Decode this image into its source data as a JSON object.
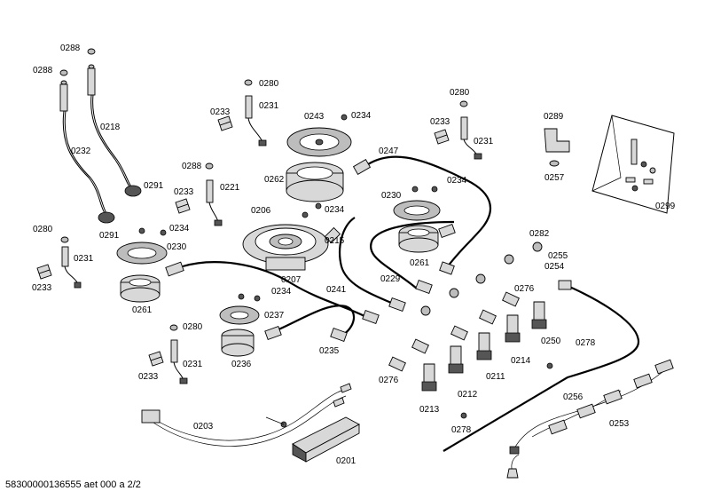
{
  "footer": {
    "doc_id": "58300000136555 aet 000 a 2/2"
  },
  "parts": {
    "p0288a": "0288",
    "p0288b": "0288",
    "p0218": "0218",
    "p0232": "0232",
    "p0291a": "0291",
    "p0291b": "0291",
    "p0280a": "0280",
    "p0231a": "0231",
    "p0233a": "0233",
    "p0280b": "0280",
    "p0231b": "0231",
    "p0233b": "0233",
    "p0288c": "0288",
    "p0221": "0221",
    "p0233c": "0233",
    "p0243": "0243",
    "p0234a": "0234",
    "p0262": "0262",
    "p0206": "0206",
    "p0234b": "0234",
    "p0215": "0215",
    "p0234c": "0234",
    "p0230a": "0230",
    "p0207": "0207",
    "p0234d": "0234",
    "p0261a": "0261",
    "p0247": "0247",
    "p0280c": "0280",
    "p0233d": "0233",
    "p0231c": "0231",
    "p0234e": "0234",
    "p0230b": "0230",
    "p0261b": "0261",
    "p0289": "0289",
    "p0257": "0257",
    "p0299": "0299",
    "p0282": "0282",
    "p0255": "0255",
    "p0254": "0254",
    "p0229": "0229",
    "p0241": "0241",
    "p0237": "0237",
    "p0280d": "0280",
    "p0231d": "0231",
    "p0236": "0236",
    "p0233e": "0233",
    "p0235": "0235",
    "p0276a": "0276",
    "p0276b": "0276",
    "p0250": "0250",
    "p0278a": "0278",
    "p0214": "0214",
    "p0211": "0211",
    "p0212": "0212",
    "p0213": "0213",
    "p0256": "0256",
    "p0253": "0253",
    "p0278b": "0278",
    "p0203": "0203",
    "p0201": "0201"
  }
}
